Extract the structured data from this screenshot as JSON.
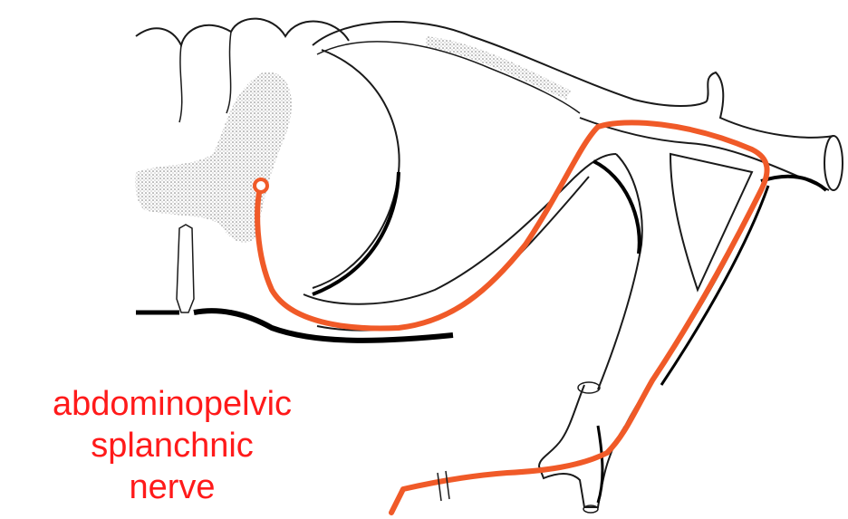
{
  "diagram": {
    "label_lines": [
      "abdominopelvic",
      "splanchnic",
      "nerve"
    ],
    "colors": {
      "nerve_path": "#f05a28",
      "label": "#ff1a1a",
      "outline": "#1a1a1a",
      "stipple": "#9a9a9a"
    }
  }
}
